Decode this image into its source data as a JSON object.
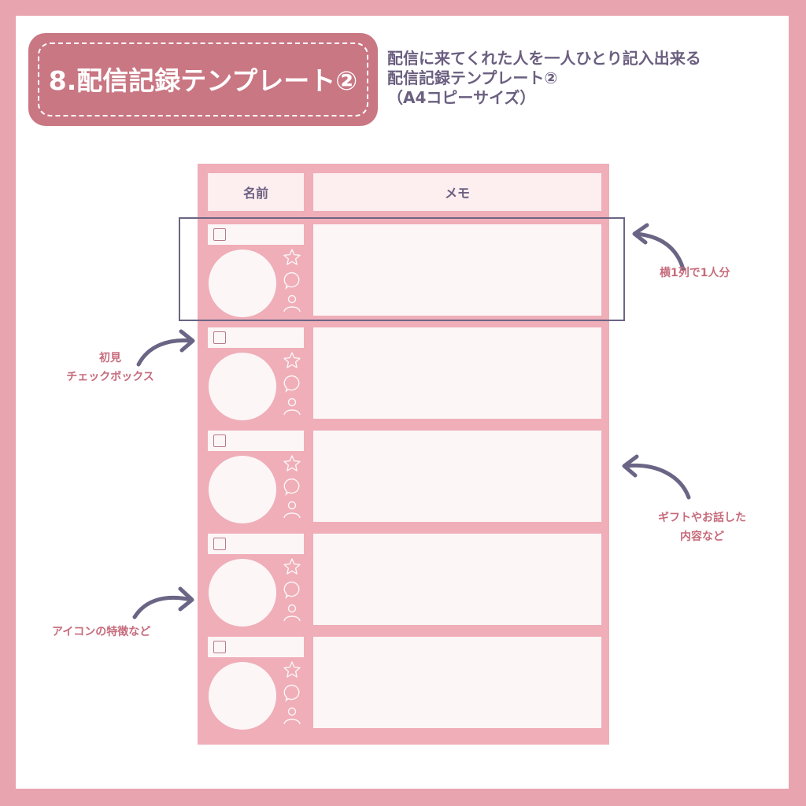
{
  "title": {
    "label": "8.配信記録テンプレート②"
  },
  "description": {
    "lines": [
      "配信に来てくれた人を一人ひとり記入出来る",
      "配信記録テンプレート②",
      "（A4コピーサイズ）"
    ]
  },
  "template": {
    "headers": {
      "name": "名前",
      "memo": "メモ"
    },
    "rows": [
      {
        "name": "",
        "memo": "",
        "first_time_checked": false
      },
      {
        "name": "",
        "memo": "",
        "first_time_checked": false
      },
      {
        "name": "",
        "memo": "",
        "first_time_checked": false
      },
      {
        "name": "",
        "memo": "",
        "first_time_checked": false
      },
      {
        "name": "",
        "memo": "",
        "first_time_checked": false
      }
    ],
    "row_icons": [
      "star-icon",
      "speech-bubble-icon",
      "person-icon"
    ]
  },
  "annotations": {
    "one_row_per_person": "横1列で1人分",
    "first_time_checkbox_line1": "初見",
    "first_time_checkbox_line2": "チェックボックス",
    "gift_talk_line1": "ギフトやお話した",
    "gift_talk_line2": "内容など",
    "icon_features": "アイコンの特徴など"
  },
  "colors": {
    "frame": "#e8a5b0",
    "title_badge": "#c97783",
    "template_pink": "#efaeb8",
    "cell_fill": "#fdf6f7",
    "header_fill": "#fdeef0",
    "text_purple": "#6b5f80",
    "annotation_pink": "#c66c7c",
    "arrow": "#6b6585"
  }
}
